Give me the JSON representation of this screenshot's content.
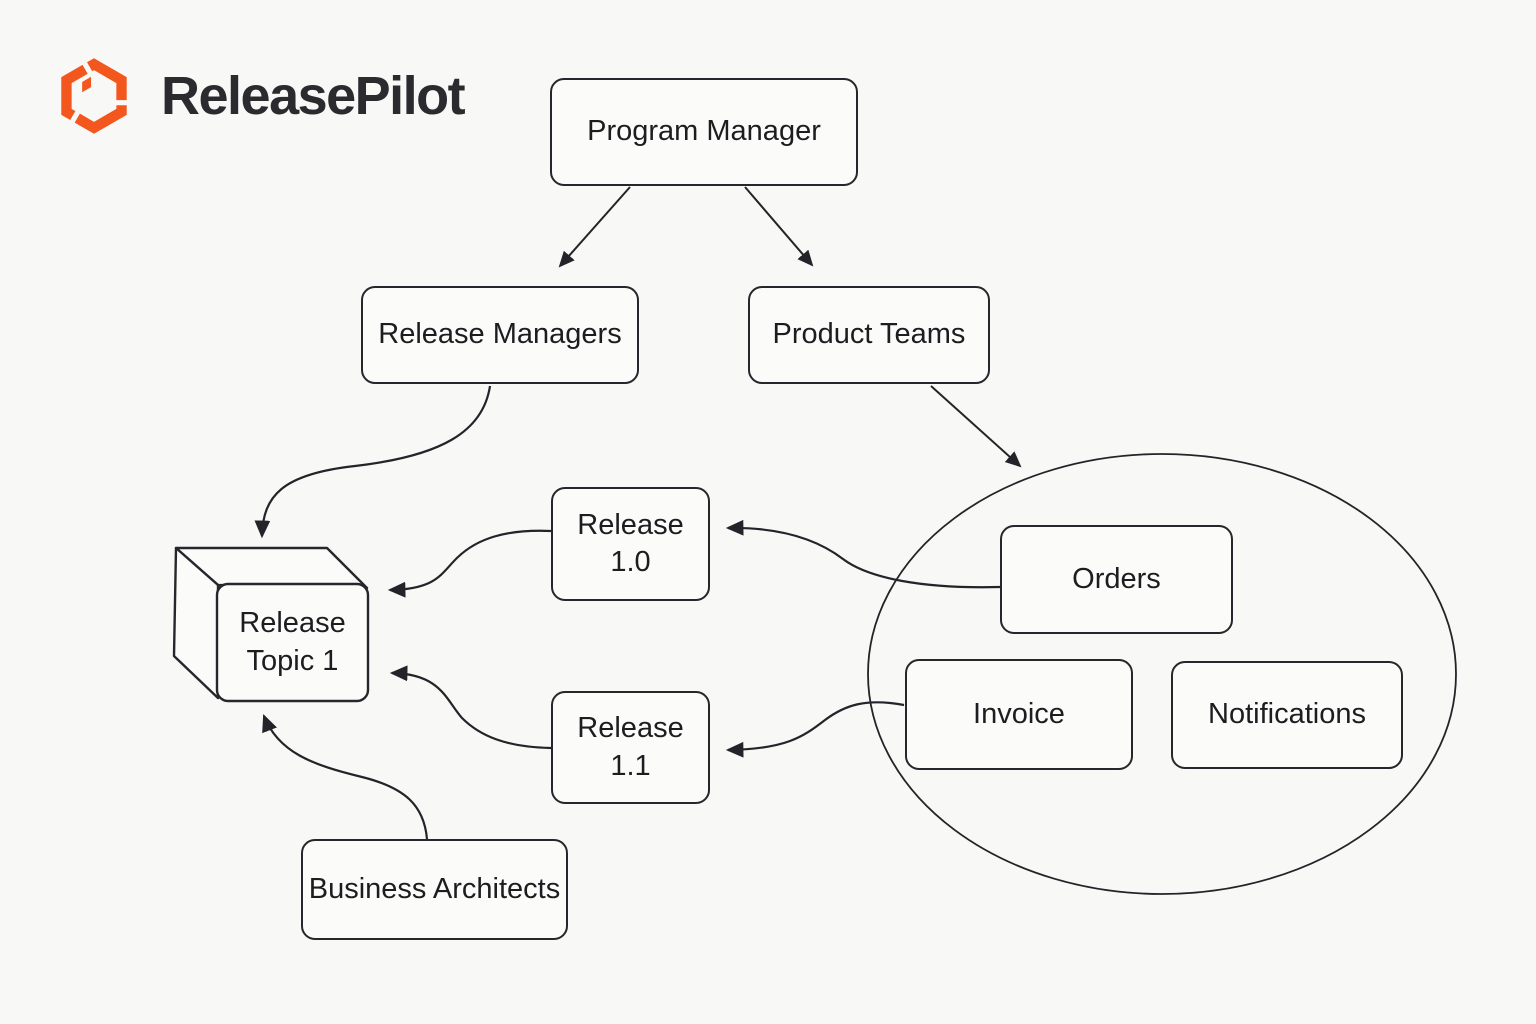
{
  "brand": {
    "name": "ReleasePilot",
    "logo_icon": "segmented-hexagon-icon",
    "logo_color": "#F4571E",
    "text_color": "#2B2B2F"
  },
  "diagram": {
    "colors": {
      "background": "#F8F8F6",
      "stroke": "#23232A",
      "node_fill": "#FBFBFA",
      "node_text": "#1D1D21"
    },
    "nodes": {
      "program_manager": {
        "label": "Program Manager"
      },
      "release_managers": {
        "label": "Release Managers"
      },
      "product_teams": {
        "label": "Product Teams"
      },
      "release_10": {
        "line1": "Release",
        "line2": "1.0"
      },
      "release_11": {
        "line1": "Release",
        "line2": "1.1"
      },
      "release_topic": {
        "line1": "Release",
        "line2": "Topic 1",
        "shape": "3d-cube"
      },
      "orders": {
        "label": "Orders"
      },
      "invoice": {
        "label": "Invoice"
      },
      "notifications": {
        "label": "Notifications"
      },
      "business_architects": {
        "label": "Business Architects"
      }
    },
    "groups": [
      {
        "name": "services-ellipse",
        "shape": "ellipse",
        "contains": [
          "Orders",
          "Invoice",
          "Notifications"
        ]
      }
    ],
    "edges": [
      {
        "from": "Program Manager",
        "to": "Release Managers"
      },
      {
        "from": "Program Manager",
        "to": "Product Teams"
      },
      {
        "from": "Release Managers",
        "to": "Release Topic 1"
      },
      {
        "from": "Product Teams",
        "to": "services-ellipse"
      },
      {
        "from": "Orders",
        "to": "Release 1.0"
      },
      {
        "from": "Release 1.0",
        "to": "Release Topic 1"
      },
      {
        "from": "Invoice",
        "to": "Release 1.1"
      },
      {
        "from": "Release 1.1",
        "to": "Release Topic 1"
      },
      {
        "from": "Business Architects",
        "to": "Release Topic 1"
      }
    ]
  }
}
